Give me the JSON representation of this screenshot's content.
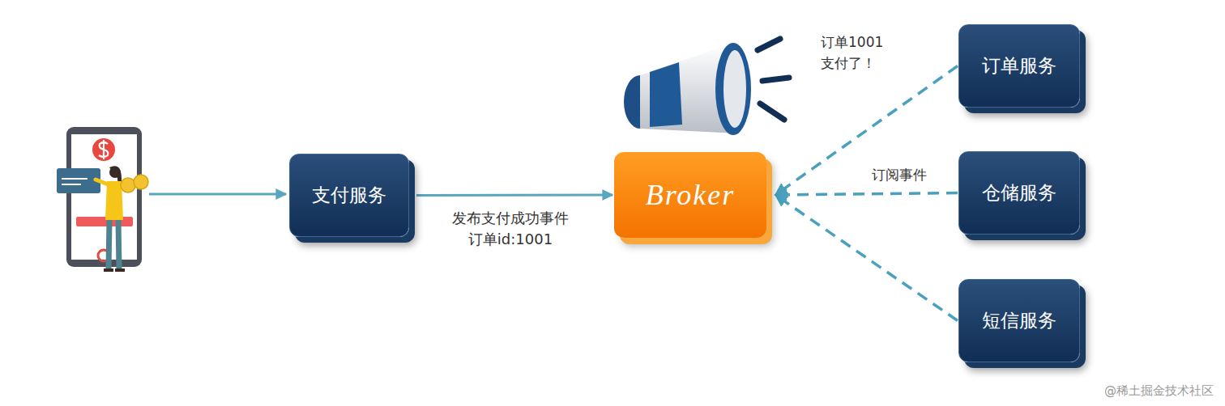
{
  "diagram": {
    "nodes": [
      {
        "text": [
          "支付服务"
        ]
      },
      {
        "text": [
          "Broker"
        ]
      },
      {
        "text": [
          "订单服务"
        ]
      },
      {
        "text": [
          "仓储服务"
        ]
      },
      {
        "text": [
          "短信服务"
        ]
      }
    ],
    "edges": [
      {
        "from": 0,
        "to": 1,
        "arrow": "to",
        "label": "发布支付成功事件 订单id:1001"
      },
      {
        "from": 2,
        "to": 1,
        "arrow": "to"
      },
      {
        "from": 3,
        "to": 1,
        "arrow": "to",
        "label": "订阅事件"
      },
      {
        "from": 4,
        "to": 1,
        "arrow": "to"
      }
    ],
    "labels": [
      "订单1001 支付了！",
      "@稀土掘金技术社区"
    ]
  }
}
